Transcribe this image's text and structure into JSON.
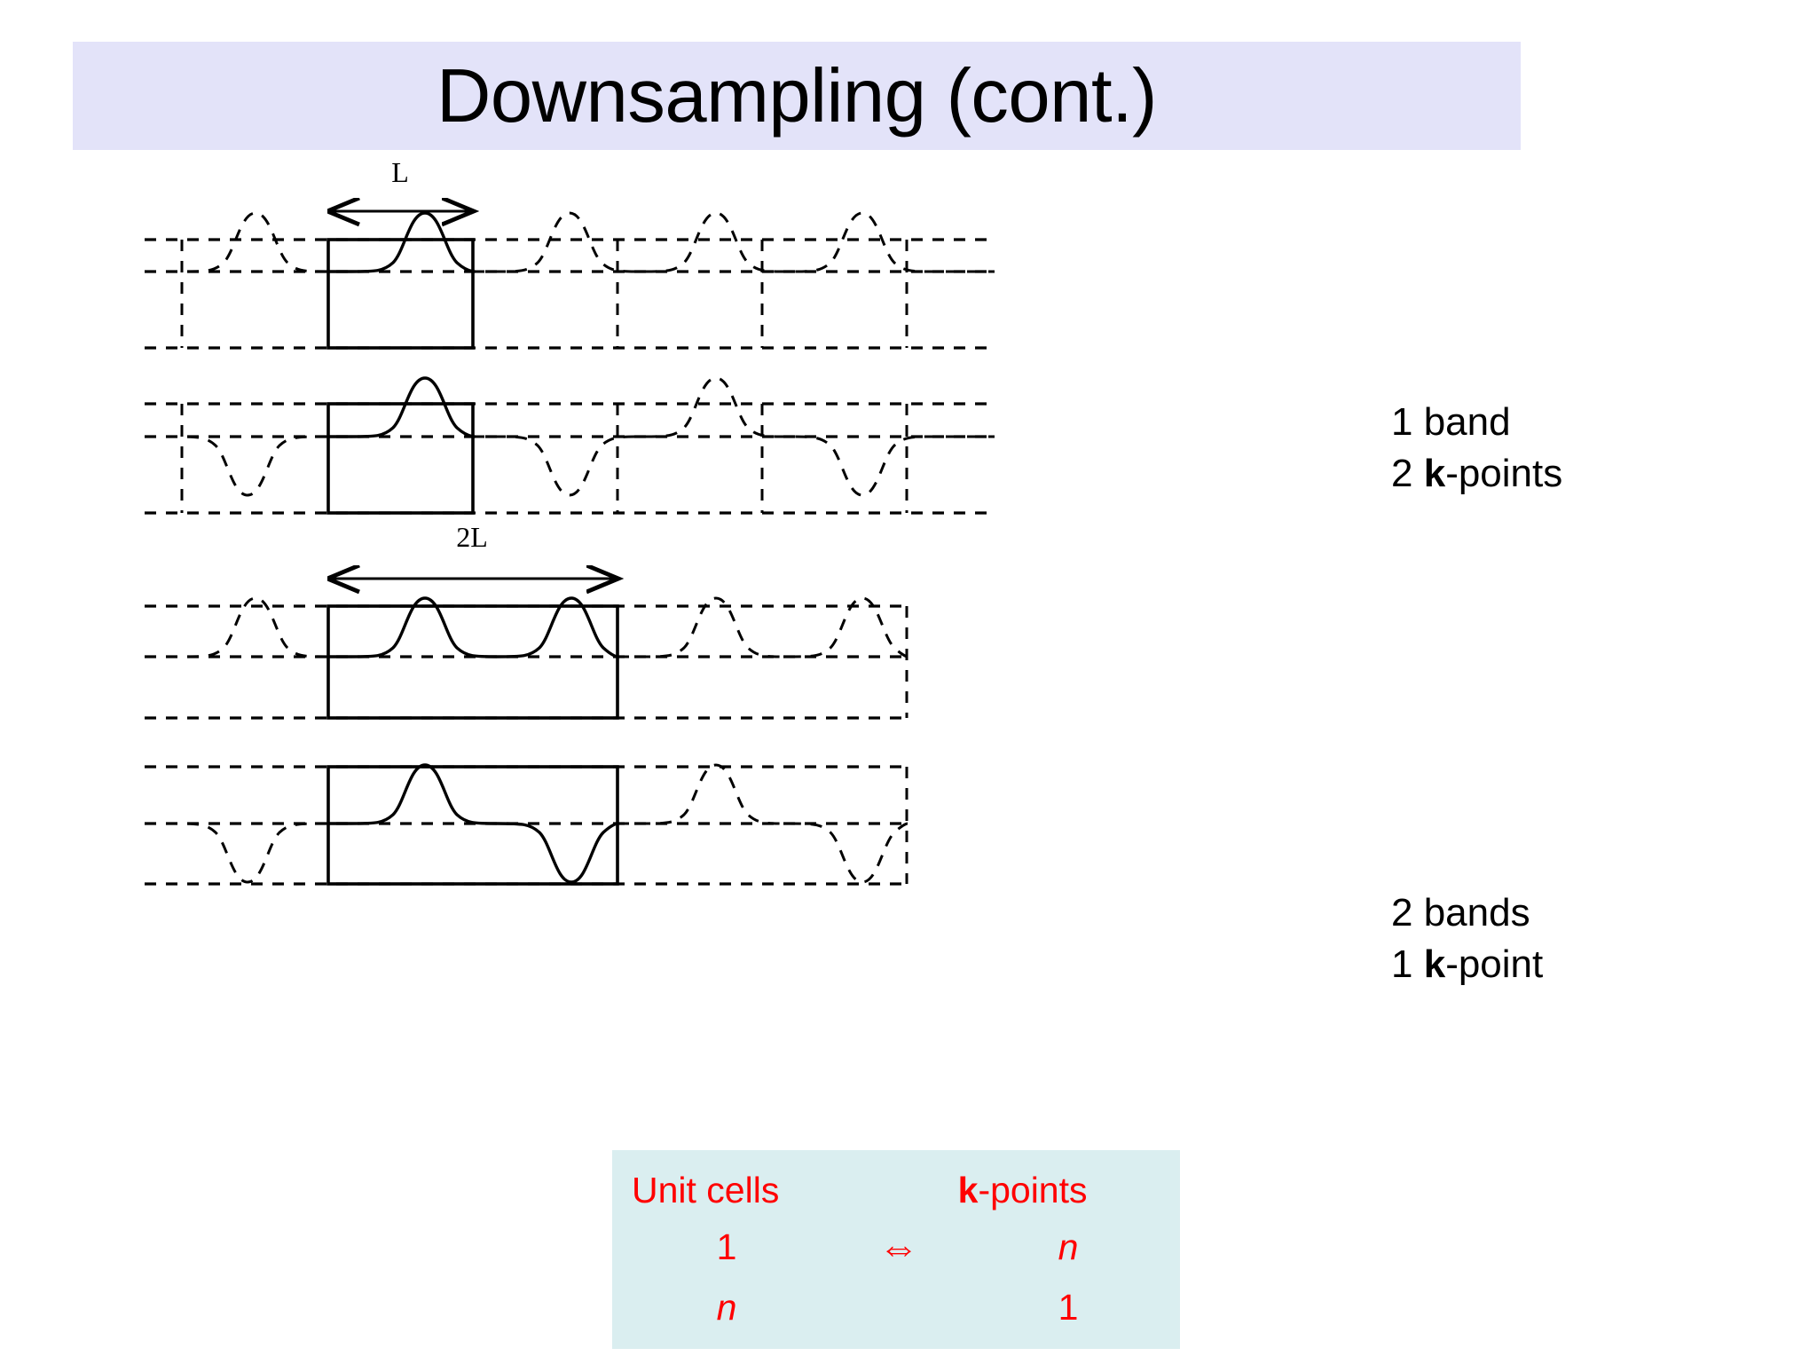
{
  "slide": {
    "title": "Downsampling (cont.)",
    "banner_color": "#e3e3f9"
  },
  "figure": {
    "length_label_top": "L",
    "length_label_bottom": "2L",
    "panels": [
      {
        "name": "panel-1-single-cell-gamma",
        "cell_width_label": "L",
        "wave": "periodic positive gaussian bumps, period L, all same sign",
        "box": "solid unit cell of width L"
      },
      {
        "name": "panel-2-single-cell-zone-boundary",
        "cell_width_label": "L",
        "wave": "alternating sign gaussian bumps, period 2L",
        "box": "solid unit cell of width L"
      },
      {
        "name": "panel-3-double-cell-band-1",
        "cell_width_label": "2L",
        "wave": "two positive gaussian bumps inside supercell, period L",
        "box": "solid supercell of width 2L"
      },
      {
        "name": "panel-4-double-cell-band-2",
        "cell_width_label": "2L",
        "wave": "one positive and one negative gaussian bump inside supercell, period 2L",
        "box": "solid supercell of width 2L"
      }
    ]
  },
  "notes": {
    "top": {
      "line1": "1 band",
      "line2_count": "2 ",
      "line2_k": "k",
      "line2_rest": "-points"
    },
    "bottom": {
      "line1": "2 bands",
      "line2_count": "1 ",
      "line2_k": "k",
      "line2_rest": "-point"
    }
  },
  "equiv_table": {
    "background": "#daeef0",
    "text_color": "#ff0000",
    "header_left": "Unit cells",
    "header_right_k": "k",
    "header_right_rest": "-points",
    "arrow": "⇔",
    "rows": [
      {
        "left": "1",
        "right": "n"
      },
      {
        "left": "n",
        "right": "1"
      }
    ]
  },
  "colors": {
    "banner": "#e3e3f9",
    "table_bg": "#daeef0",
    "accent_red": "#ff0000",
    "line": "#000000"
  }
}
